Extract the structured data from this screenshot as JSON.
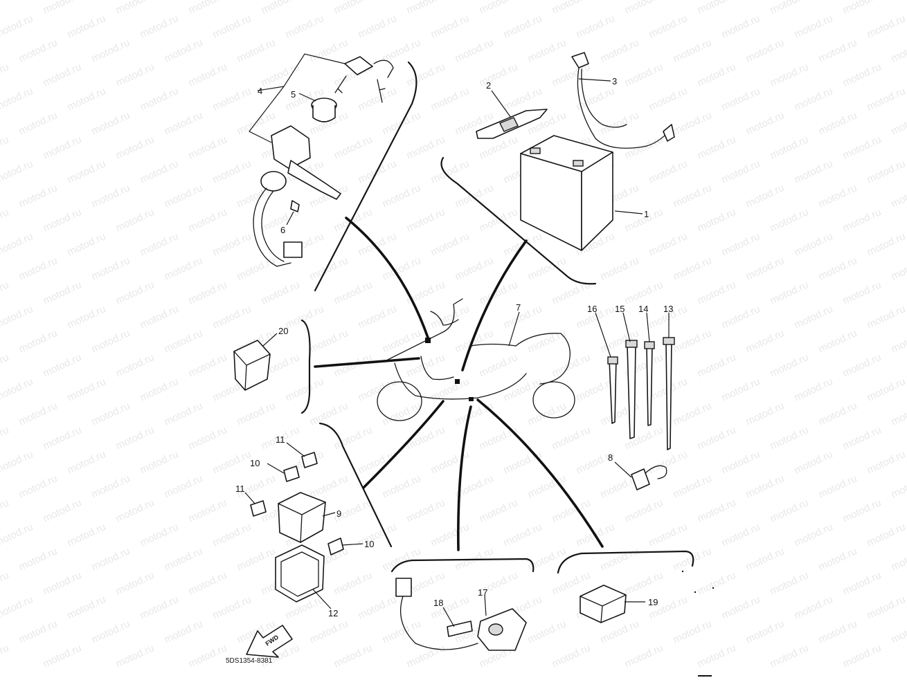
{
  "watermark": {
    "text": "motod.ru"
  },
  "diagram_code": "5DS1354-8381",
  "fwd_label": "FWD",
  "callouts": [
    {
      "id": "c1",
      "label": "1"
    },
    {
      "id": "c2",
      "label": "2"
    },
    {
      "id": "c3",
      "label": "3"
    },
    {
      "id": "c4",
      "label": "4"
    },
    {
      "id": "c5",
      "label": "5"
    },
    {
      "id": "c6",
      "label": "6"
    },
    {
      "id": "c7",
      "label": "7"
    },
    {
      "id": "c8",
      "label": "8"
    },
    {
      "id": "c9",
      "label": "9"
    },
    {
      "id": "c10a",
      "label": "10"
    },
    {
      "id": "c10b",
      "label": "10"
    },
    {
      "id": "c11a",
      "label": "11"
    },
    {
      "id": "c11b",
      "label": "11"
    },
    {
      "id": "c12",
      "label": "12"
    },
    {
      "id": "c13",
      "label": "13"
    },
    {
      "id": "c14",
      "label": "14"
    },
    {
      "id": "c15",
      "label": "15"
    },
    {
      "id": "c16",
      "label": "16"
    },
    {
      "id": "c17",
      "label": "17"
    },
    {
      "id": "c18",
      "label": "18"
    },
    {
      "id": "c19",
      "label": "19"
    },
    {
      "id": "c20",
      "label": "20"
    }
  ]
}
